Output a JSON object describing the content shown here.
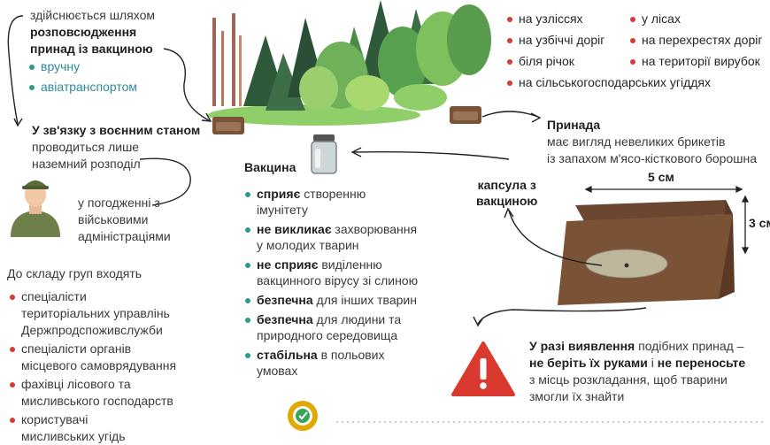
{
  "spread": {
    "line1": "здійснюється шляхом",
    "line2": "розповсюдження",
    "line3": "принад із вакциною",
    "methods": [
      "вручну",
      "авіатранспортом"
    ]
  },
  "martial": {
    "title": "У зв'язку з воєнним станом",
    "line1": "проводиться лише",
    "line2": "наземний розподіл"
  },
  "agreement": {
    "line1": "у погодженні з",
    "line2": "військовими",
    "line3": "адміністраціями"
  },
  "groups": {
    "title": "До складу груп входять",
    "items": [
      [
        "спеціалісти",
        "територіальних управлінь",
        "Держпродспоживслужби"
      ],
      [
        "спеціалісти органів",
        "місцевого самоврядування"
      ],
      [
        "фахівці лісового та",
        "мисливського господарств"
      ],
      [
        "користувачі",
        "мисливських угідь"
      ]
    ]
  },
  "locations": {
    "col1": [
      "на узліссях",
      "на узбіччі доріг",
      "біля річок",
      "на сільськогосподарських угіддях"
    ],
    "col2": [
      "у лісах",
      "на перехрестях доріг",
      "на території вирубок"
    ]
  },
  "bait": {
    "title": "Принада",
    "line1": "має вигляд невеликих брикетів",
    "line2": "із запахом м'ясо-кісткового борошна"
  },
  "vaccine": {
    "title": "Вакцина",
    "items": [
      {
        "bold": "сприяє",
        "rest": " створенню",
        "line2": "імунітету"
      },
      {
        "bold": "не викликає",
        "rest": " захворювання",
        "line2": "у молодих тварин"
      },
      {
        "bold": "не сприяє",
        "rest": " виділенню",
        "line2": "вакцинного вірусу зі слиною"
      },
      {
        "bold": "безпечна",
        "rest": " для інших тварин",
        "line2": ""
      },
      {
        "bold": "безпечна",
        "rest": " для людини та",
        "line2": "природного середовища"
      },
      {
        "bold": "стабільна",
        "rest": " в польових",
        "line2": "умовах"
      }
    ]
  },
  "capsule": {
    "line1": "капсула з",
    "line2": "вакциною"
  },
  "dims": {
    "width": "5 см",
    "height": "3 см"
  },
  "warning": {
    "b1": "У разі виявлення",
    "t1": " подібних принад –",
    "b2": "не беріть їх руками",
    "t2": " і ",
    "b3": "не переносьте",
    "line3": "з місць розкладання, щоб тварини",
    "line4": "змогли їх знайти"
  },
  "colors": {
    "teal": "#2e9a8a",
    "red": "#d9392e",
    "brown": "#7a5236",
    "gold": "#e0a800"
  }
}
